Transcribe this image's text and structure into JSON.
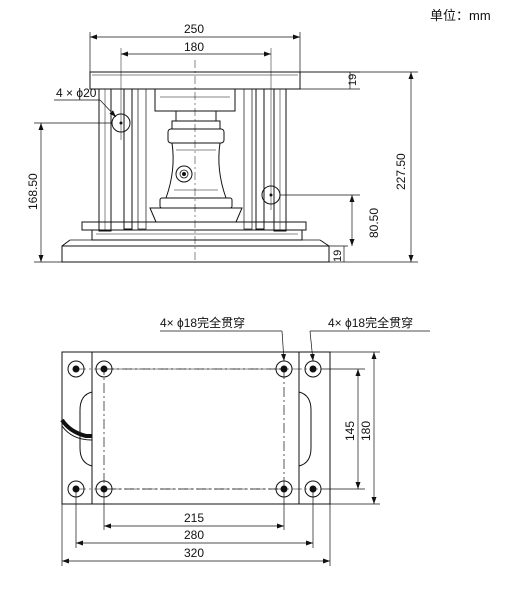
{
  "unit_label": "单位：mm",
  "front_view": {
    "dims": {
      "top_plate_width": "250",
      "column_spacing": "180",
      "top_plate_thickness": "19",
      "total_height": "227.50",
      "side_height": "168.50",
      "base_to_sensor": "80.50",
      "base_plate_thickness": "19",
      "hole_callout": "4 × ϕ20"
    }
  },
  "plan_view": {
    "dims": {
      "inner_hole_spacing_x": "215",
      "mid_hole_spacing_x": "280",
      "overall_width": "320",
      "hole_spacing_y": "145",
      "overall_depth": "180",
      "hole_callout_left": "4× ϕ18完全贯穿",
      "hole_callout_right": "4× ϕ18完全贯穿"
    }
  }
}
